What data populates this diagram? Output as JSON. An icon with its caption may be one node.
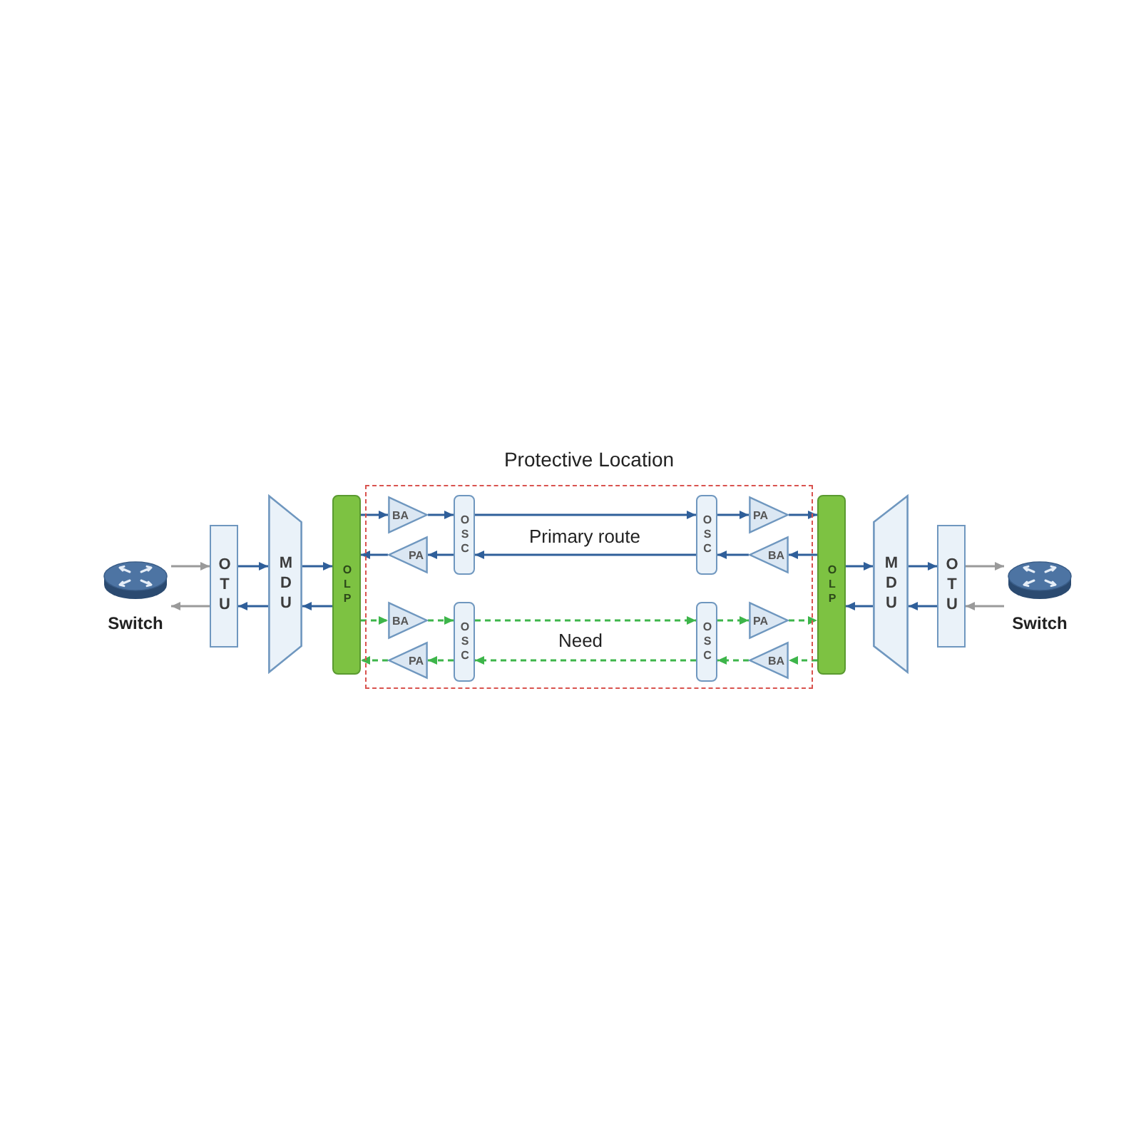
{
  "diagram": {
    "nodes": [
      {
        "text": [
          "Switch"
        ]
      },
      {
        "text": [
          "OTU"
        ]
      },
      {
        "text": [
          "MDU"
        ]
      },
      {
        "text": [
          "OLP"
        ]
      },
      {
        "text": [
          "Protective Location"
        ]
      },
      {
        "text": [
          "BA"
        ],
        "in": 4
      },
      {
        "text": [
          "PA"
        ],
        "in": 4
      },
      {
        "text": [
          "OSC"
        ],
        "in": 4
      },
      {
        "text": [
          "OSC"
        ],
        "in": 4
      },
      {
        "text": [
          "PA"
        ],
        "in": 4
      },
      {
        "text": [
          "BA"
        ],
        "in": 4
      },
      {
        "text": [
          "BA"
        ],
        "in": 4
      },
      {
        "text": [
          "PA"
        ],
        "in": 4
      },
      {
        "text": [
          "OSC"
        ],
        "in": 4
      },
      {
        "text": [
          "OSC"
        ],
        "in": 4
      },
      {
        "text": [
          "PA"
        ],
        "in": 4
      },
      {
        "text": [
          "BA"
        ],
        "in": 4
      },
      {
        "text": [
          "OLP"
        ]
      },
      {
        "text": [
          "MDU"
        ]
      },
      {
        "text": [
          "OTU"
        ]
      },
      {
        "text": [
          "Switch"
        ]
      }
    ],
    "edges": [
      {
        "from": 0,
        "to": 1,
        "arrow": "to",
        "color": "#9a9a9a"
      },
      {
        "from": 1,
        "to": 0,
        "arrow": "to",
        "color": "#9a9a9a"
      },
      {
        "from": 1,
        "to": 2,
        "arrow": "to"
      },
      {
        "from": 2,
        "to": 1,
        "arrow": "to"
      },
      {
        "from": 2,
        "to": 3,
        "arrow": "to"
      },
      {
        "from": 3,
        "to": 2,
        "arrow": "to"
      },
      {
        "from": 3,
        "to": 5,
        "arrow": "to"
      },
      {
        "from": 5,
        "to": 7,
        "arrow": "to"
      },
      {
        "from": 7,
        "to": 8,
        "arrow": "to"
      },
      {
        "from": 8,
        "to": 9,
        "arrow": "to"
      },
      {
        "from": 9,
        "to": 17,
        "arrow": "to"
      },
      {
        "from": 17,
        "to": 10,
        "arrow": "to"
      },
      {
        "from": 10,
        "to": 8,
        "arrow": "to"
      },
      {
        "from": 8,
        "to": 7,
        "arrow": "to"
      },
      {
        "from": 7,
        "to": 6,
        "arrow": "to"
      },
      {
        "from": 6,
        "to": 3,
        "arrow": "to"
      },
      {
        "from": 3,
        "to": 11,
        "arrow": "to",
        "style": "dashed",
        "color": "#3db54a"
      },
      {
        "from": 11,
        "to": 13,
        "arrow": "to",
        "style": "dashed",
        "color": "#3db54a"
      },
      {
        "from": 13,
        "to": 14,
        "arrow": "to",
        "style": "dashed",
        "color": "#3db54a"
      },
      {
        "from": 14,
        "to": 15,
        "arrow": "to",
        "style": "dashed",
        "color": "#3db54a"
      },
      {
        "from": 15,
        "to": 17,
        "arrow": "to",
        "style": "dashed",
        "color": "#3db54a"
      },
      {
        "from": 17,
        "to": 16,
        "arrow": "to",
        "style": "dashed",
        "color": "#3db54a"
      },
      {
        "from": 16,
        "to": 14,
        "arrow": "to",
        "style": "dashed",
        "color": "#3db54a"
      },
      {
        "from": 14,
        "to": 13,
        "arrow": "to",
        "style": "dashed",
        "color": "#3db54a"
      },
      {
        "from": 13,
        "to": 12,
        "arrow": "to",
        "style": "dashed",
        "color": "#3db54a"
      },
      {
        "from": 12,
        "to": 3,
        "arrow": "to",
        "style": "dashed",
        "color": "#3db54a"
      },
      {
        "from": 17,
        "to": 18,
        "arrow": "to"
      },
      {
        "from": 18,
        "to": 17,
        "arrow": "to"
      },
      {
        "from": 18,
        "to": 19,
        "arrow": "to"
      },
      {
        "from": 19,
        "to": 18,
        "arrow": "to"
      },
      {
        "from": 19,
        "to": 20,
        "arrow": "to",
        "color": "#9a9a9a"
      },
      {
        "from": 20,
        "to": 19,
        "arrow": "to",
        "color": "#9a9a9a"
      }
    ],
    "labels": [
      "Primary route",
      "Need"
    ]
  }
}
